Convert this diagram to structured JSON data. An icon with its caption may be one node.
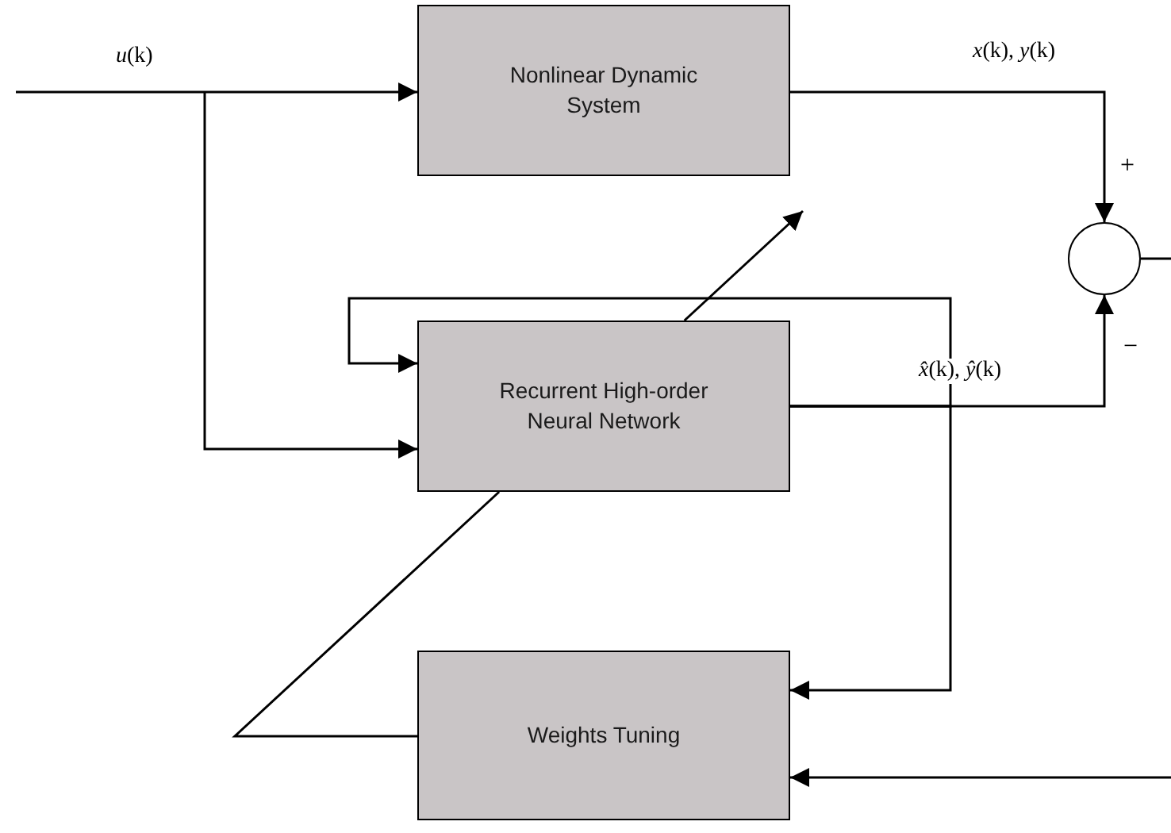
{
  "diagram": {
    "nodes": [
      {
        "text": [
          "Nonlinear Dynamic System"
        ]
      },
      {
        "text": [
          "Recurrent High-order Neural Network"
        ]
      },
      {
        "text": [
          "Weights Tuning"
        ]
      },
      {
        "text": [],
        "shape": "circle"
      }
    ],
    "edges": [
      {
        "from": null,
        "to": 0,
        "arrow": "to",
        "label": "*u*(k)"
      },
      {
        "from": null,
        "to": 1,
        "arrow": "to"
      },
      {
        "from": 0,
        "to": 3,
        "arrow": "to",
        "label": "*x*(k), *y*(k)"
      },
      {
        "from": 1,
        "to": 3,
        "arrow": "to",
        "label": "*x̂*(k), *ŷ*(k)"
      },
      {
        "from": 1,
        "to": 1,
        "arrow": "to"
      },
      {
        "from": 1,
        "to": 2,
        "arrow": "to"
      },
      {
        "from": 2,
        "to": 1,
        "arrow": "none"
      },
      {
        "from": 3,
        "to": null,
        "arrow": "none"
      },
      {
        "from": null,
        "to": 2,
        "arrow": "to"
      }
    ],
    "labels": [
      "+",
      "−"
    ]
  }
}
